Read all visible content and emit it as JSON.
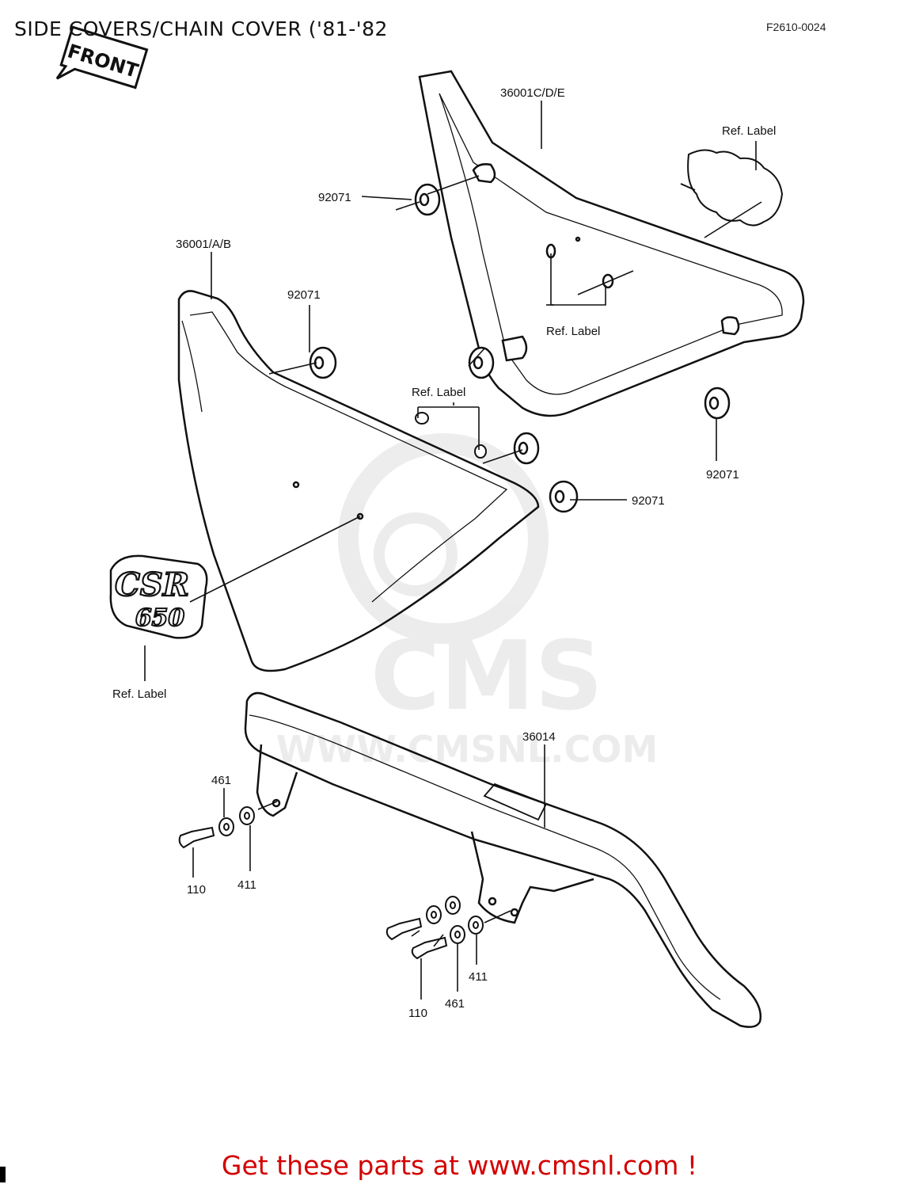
{
  "header": {
    "title": "SIDE COVERS/CHAIN COVER ('81-'82",
    "figure_code": "F2610-0024"
  },
  "front_badge": "FRONT",
  "emblem": {
    "line1": "CSR",
    "line2": "650"
  },
  "watermark": {
    "brand": "CMS",
    "url": "WWW.CMSNL.COM"
  },
  "parts": {
    "side_cover_right": "36001C/D/E",
    "side_cover_left": "36001/A/B",
    "chain_cover": "36014",
    "grommet": "92071",
    "bolt": "110",
    "washer_461": "461",
    "washer_411": "411",
    "ref_label": "Ref.  Label"
  },
  "footer": {
    "text": "Get these parts at www.cmsnl.com !"
  }
}
